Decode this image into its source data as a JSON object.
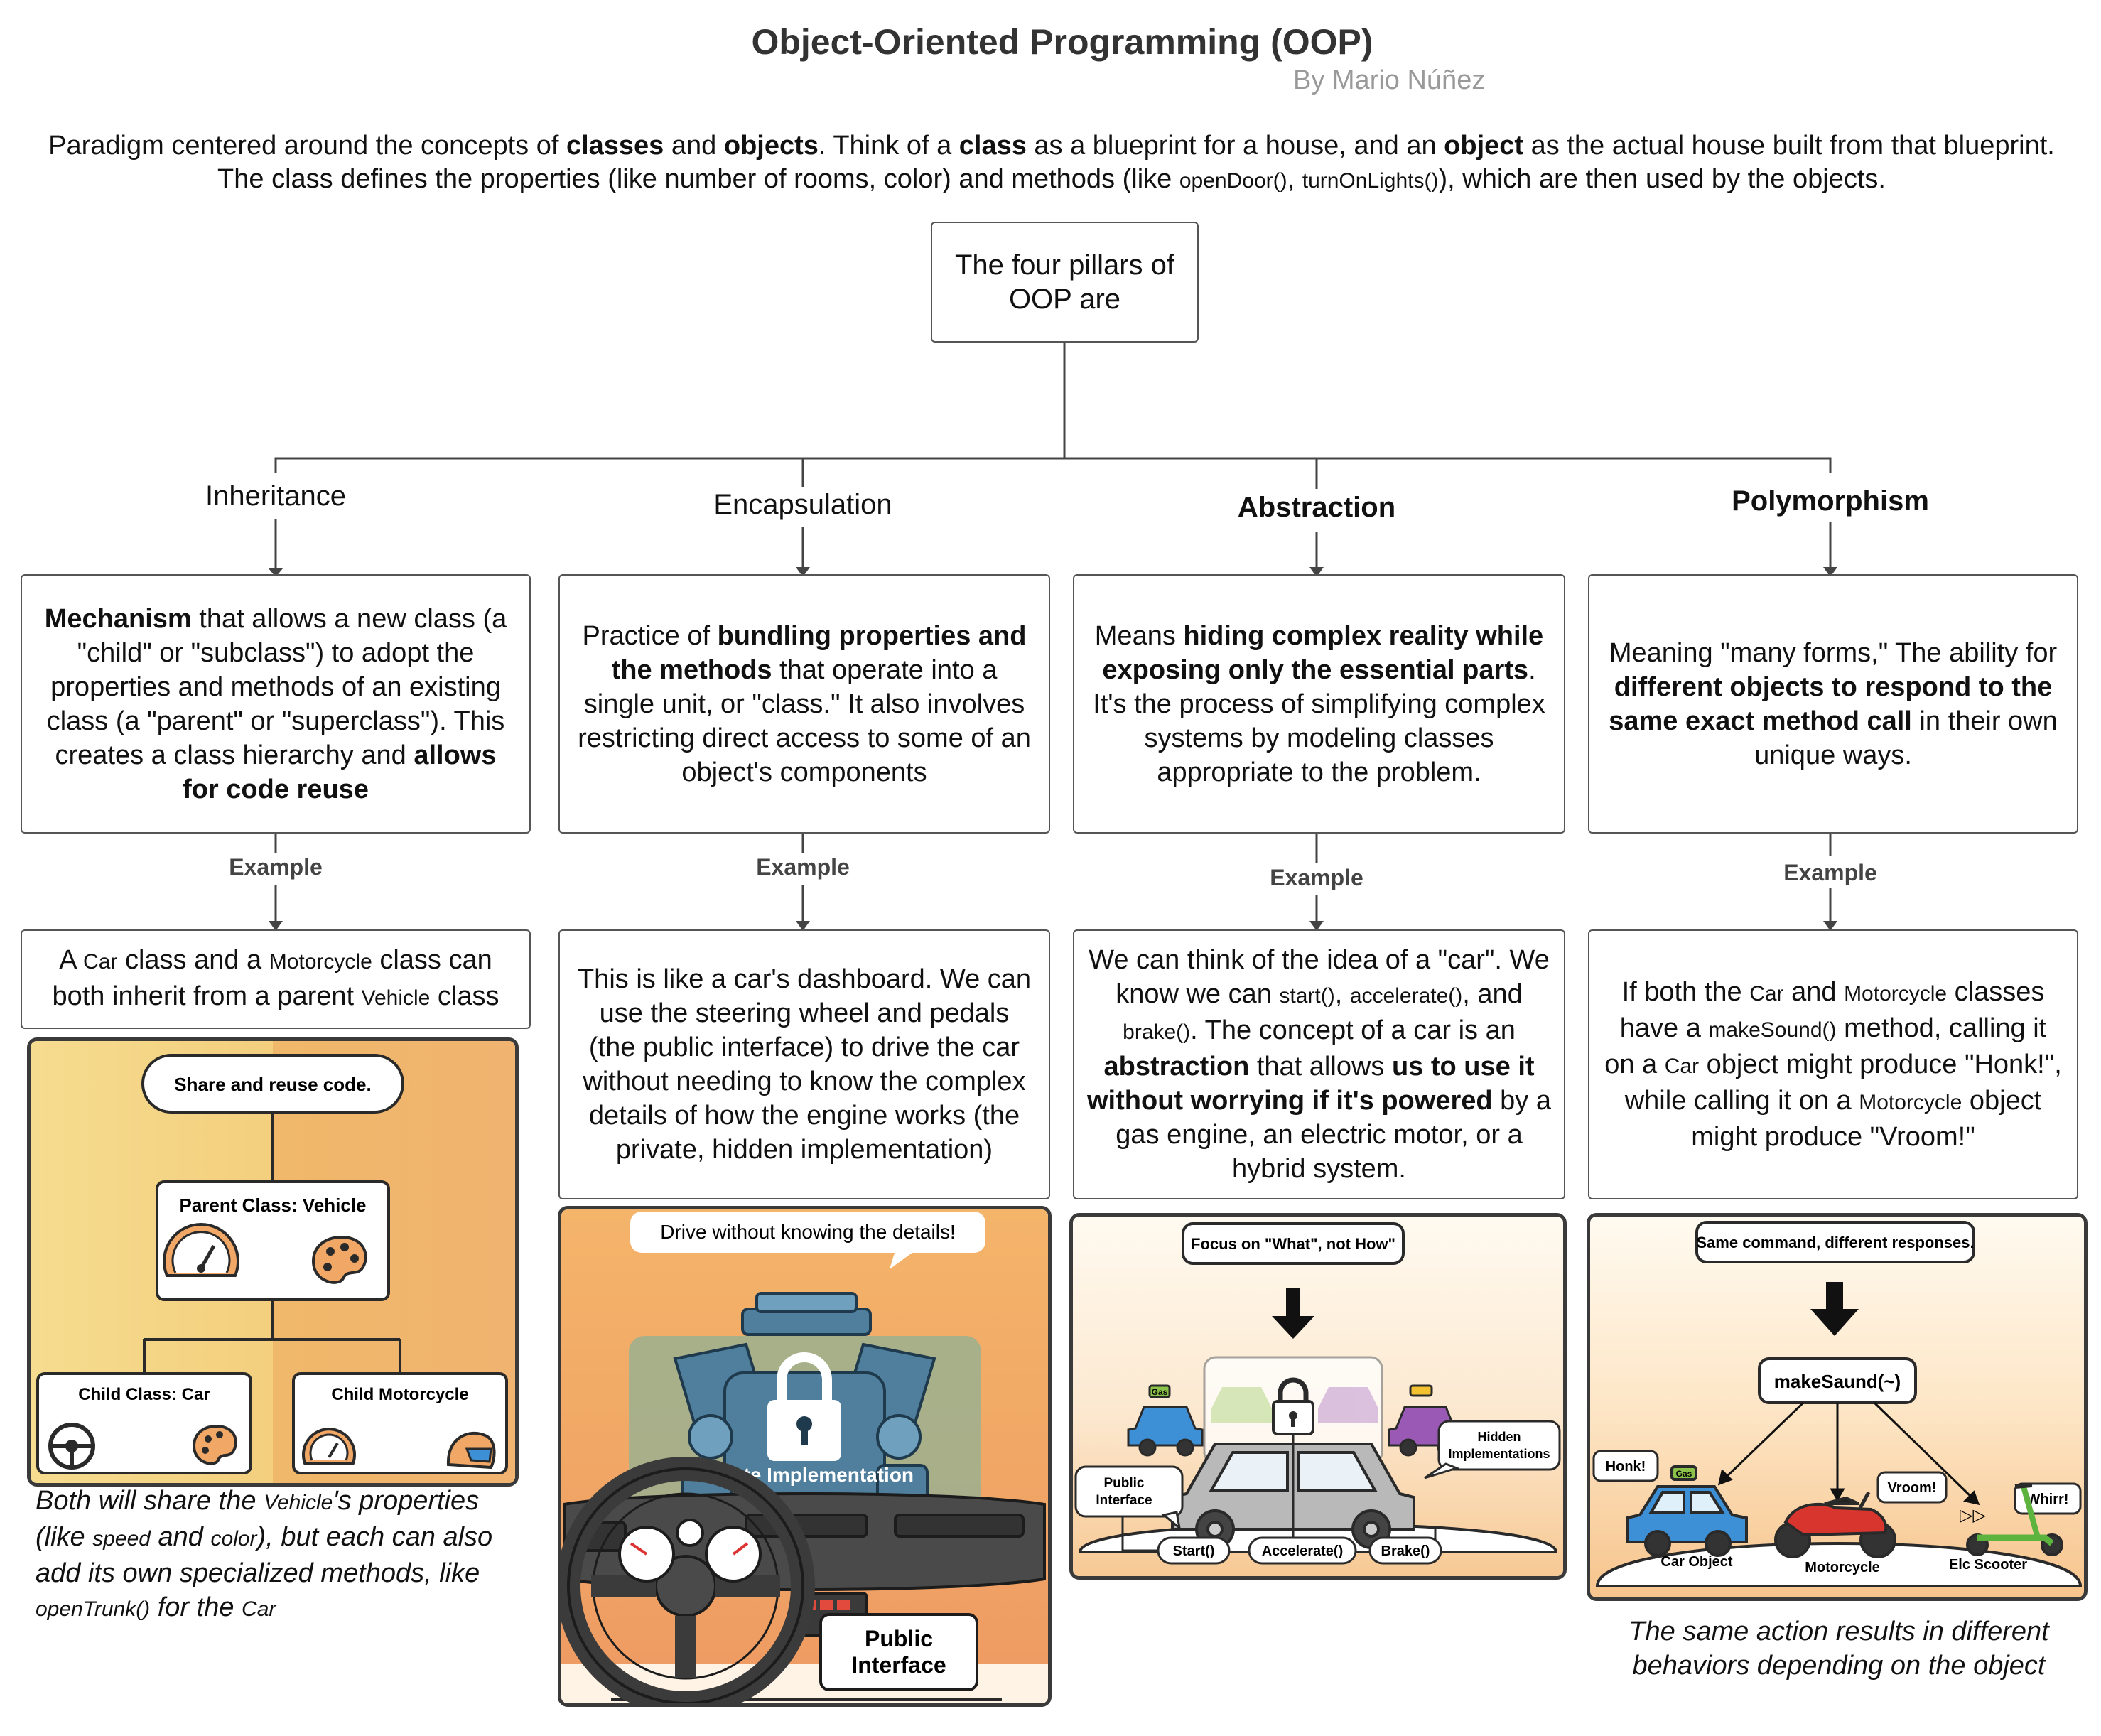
{
  "header": {
    "title": "Object-Oriented Programming (OOP)",
    "author": "By Mario Núñez",
    "intro": {
      "t1": "Paradigm centered around the concepts of ",
      "b1": "classes",
      "t2": " and ",
      "b2": "objects",
      "t3": ". Think of a ",
      "b3": "class",
      "t4": " as a blueprint for a house, and an ",
      "b4": "object",
      "t5": " as the actual house built from that blueprint. The class defines the properties (like number of rooms, color) and methods (like ",
      "c1": "openDoor()",
      "t6": ", ",
      "c2": "turnOnLights()",
      "t7": "), which are then used by the objects."
    }
  },
  "root": {
    "line1": "The four pillars of",
    "line2": "OOP are"
  },
  "example_label": "Example",
  "inheritance": {
    "name": "Inheritance",
    "def": {
      "b1": "Mechanism",
      "t1": " that allows a new class (a \"child\" or \"subclass\") to adopt the properties and methods of an existing class (a \"parent\" or \"superclass\"). This creates a class hierarchy and ",
      "b2": "allows for code reuse"
    },
    "example": {
      "t1": "A ",
      "c1": "Car",
      "t2": " class and a ",
      "c2": "Motorcycle",
      "t3": " class can both inherit from a parent ",
      "c3": "Vehicle",
      "t4": " class"
    },
    "illustration": {
      "bubble": "Share and reuse code.",
      "parent": "Parent Class: Vehicle",
      "child_car": "Child Class: Car",
      "child_moto": "Child Motorcycle"
    },
    "caption": {
      "t1": "Both will share the ",
      "c1": "Vehicle",
      "t2": "'s properties (like ",
      "c2": "speed",
      "t3": " and ",
      "c3": "color",
      "t4": "), but each can also add its own specialized methods, like ",
      "c4": "openTrunk()",
      "t5": " for the ",
      "c5": "Car"
    }
  },
  "encapsulation": {
    "name": "Encapsulation",
    "def": {
      "t1": "Practice of ",
      "b1": "bundling properties and the methods",
      "t2": " that operate into a single unit, or \"class.\" It also involves restricting direct access to some of an object's components"
    },
    "example": "This is like a car's dashboard. We can use the steering wheel and pedals (the public interface) to drive the car without needing to know the complex details of how the engine works (the private, hidden implementation)",
    "illustration": {
      "bubble": "Drive without knowing the details!",
      "private": "Private Implementation",
      "public1": "Public",
      "public2": "Interface"
    }
  },
  "abstraction": {
    "name": "Abstraction",
    "def": {
      "t1": "Means ",
      "b1": "hiding complex reality while exposing only the essential parts",
      "t2": ". It's the process of simplifying complex systems by modeling classes appropriate to the problem."
    },
    "example": {
      "t1": "We can think of the idea of a \"car\". We know we can ",
      "c1": "start()",
      "t2": ", ",
      "c2": "accelerate()",
      "t3": ", and ",
      "c3": "brake()",
      "t4": ". The concept of a car is an ",
      "b1": "abstraction",
      "t5": " that allows ",
      "b2": "us to use it without worrying if it's powered",
      "t6": " by a gas engine, an electric motor, or a hybrid system."
    },
    "illustration": {
      "bubble": "Focus on \"What\", not How\"",
      "public1": "Public",
      "public2": "Interface",
      "hidden1": "Hidden",
      "hidden2": "Implementations",
      "btn1": "Start()",
      "btn2": "Accelerate()",
      "btn3": "Brake()",
      "gas": "Gas"
    }
  },
  "polymorphism": {
    "name": "Polymorphism",
    "def": {
      "t1": "Meaning \"many forms,\" The ability for ",
      "b1": "different objects to respond to the same exact method call",
      "t2": " in their own unique ways."
    },
    "example": {
      "t1": "If both the ",
      "c1": "Car",
      "t2": " and ",
      "c2": "Motorcycle",
      "t3": " classes have a ",
      "c3": "makeSound()",
      "t4": " method, calling it on a ",
      "c4": "Car",
      "t5": " object might produce \"Honk!\", while calling it on a ",
      "c5": "Motorcycle",
      "t6": " object might produce \"Vroom!\""
    },
    "illustration": {
      "bubble": "Same command, different responses.",
      "method": "makeSaund(~)",
      "honk": "Honk!",
      "vroom": "Vroom!",
      "whirr": "Whirr!",
      "gas": "Gas",
      "car": "Car Object",
      "moto": "Motorcycle",
      "scooter": "Elc Scooter"
    },
    "caption": "The same action results in different behaviors depending on the object"
  },
  "colors": {
    "panel_warm": "#f0b86a",
    "panel_light": "#f6dc8f",
    "connector": "#444444",
    "steel": "#4f7f9c",
    "car_blue": "#3d8fd6",
    "moto_red": "#d8352f",
    "scooter_green": "#5cb43e"
  }
}
